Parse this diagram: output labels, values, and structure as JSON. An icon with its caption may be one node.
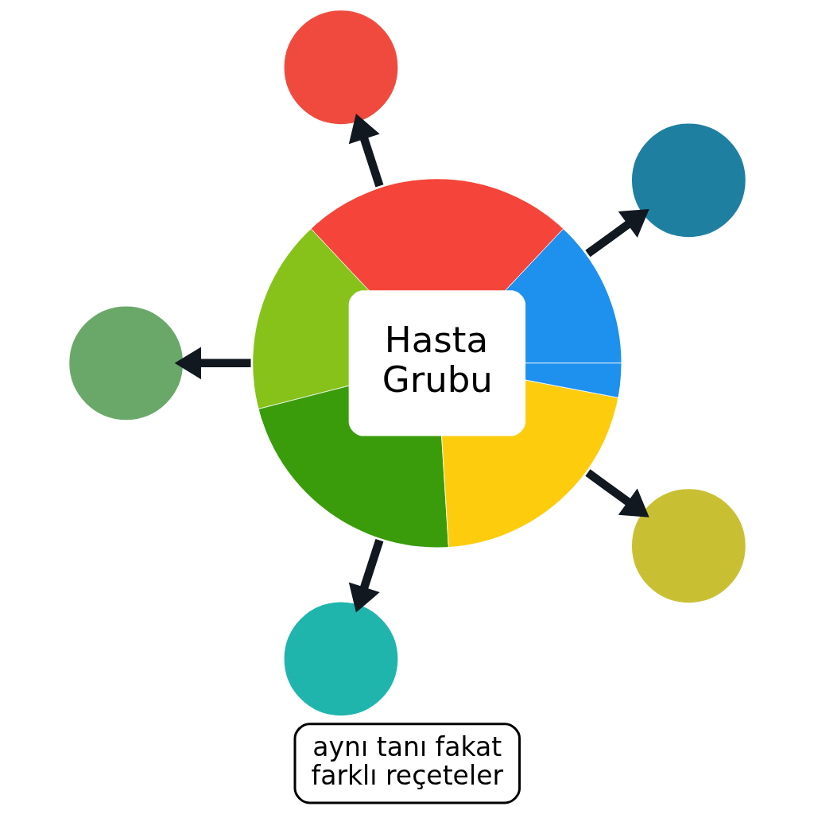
{
  "diagram": {
    "nodes": [
      {
        "text": [],
        "shape": "circle"
      },
      {
        "text": [],
        "shape": "circle"
      },
      {
        "text": [],
        "shape": "circle"
      },
      {
        "text": [
          "Hasta Grubu"
        ]
      },
      {
        "text": [],
        "shape": "circle"
      },
      {
        "text": [
          "aynı tanı fakat farklı reçeteler"
        ]
      },
      {
        "text": [],
        "shape": "circle"
      }
    ],
    "edges": [
      {
        "from": 3,
        "to": 0,
        "arrow": "to"
      },
      {
        "from": 3,
        "to": 1,
        "arrow": "to"
      },
      {
        "from": 3,
        "to": 2,
        "arrow": "to"
      },
      {
        "from": 3,
        "to": 4,
        "arrow": "to"
      },
      {
        "from": 3,
        "to": 6,
        "arrow": "to"
      }
    ]
  }
}
